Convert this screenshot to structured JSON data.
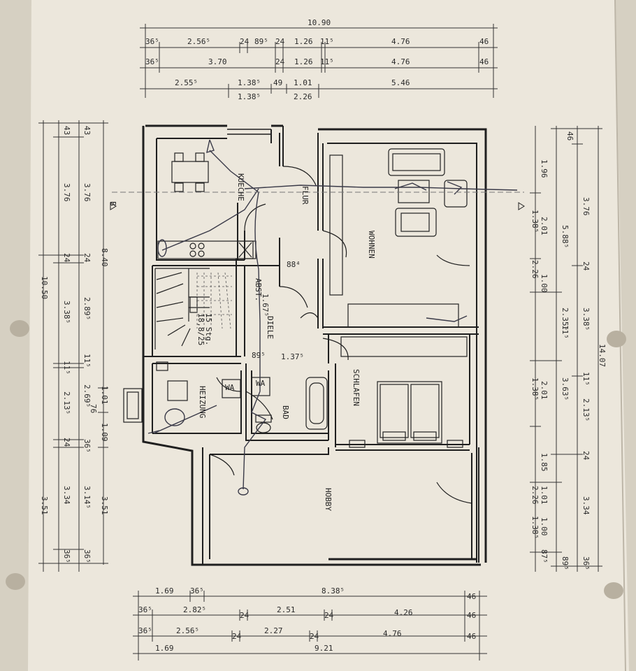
{
  "rooms": {
    "kueche": "KUECHE",
    "flur": "FLUR",
    "wohnen": "WOHNEN",
    "abst": "ABST.",
    "diele": "DIELE",
    "schlafen": "SCHLAFEN",
    "heizung": "HEIZUNG",
    "bad": "BAD",
    "hobby": "HOBBY",
    "wa1": "WA",
    "wa2": "WA"
  },
  "stairs": {
    "line1": "15 Stg.",
    "line2": "18,8/25"
  },
  "section_marker": "B",
  "top_dims": {
    "total": "10.90",
    "row1": [
      "36⁵",
      "2.56⁵",
      "24",
      "89⁵",
      "24",
      "1.26",
      "11⁵",
      "4.76",
      "46"
    ],
    "row2": [
      "36⁵",
      "3.70",
      "24",
      "1.26",
      "11⁵",
      "4.76",
      "46"
    ],
    "row3": [
      "2.55⁵",
      "1.38⁵",
      "49",
      "1.01",
      "5.46"
    ],
    "row3b": [
      "1.38⁵",
      "2.26"
    ]
  },
  "bottom_dims": {
    "row1": [
      "1.69",
      "36⁵",
      "8.38⁵",
      "46"
    ],
    "row2": [
      "36⁵",
      "2.82⁵",
      "24",
      "2.51",
      "24",
      "4.26",
      "46"
    ],
    "row3": [
      "36⁵",
      "2.56⁵",
      "24",
      "2.27",
      "24",
      "4.76",
      "46"
    ],
    "row4": [
      "1.69",
      "9.21"
    ]
  },
  "left_dims": {
    "col1": [
      "10.50",
      "3.51"
    ],
    "col2": [
      "43",
      "3.76",
      "24",
      "3.38⁵",
      "11⁵",
      "2.13⁵",
      "24",
      "3.34",
      "36⁵"
    ],
    "col3": [
      "43",
      "3.76",
      "24",
      "2.89⁵",
      "11⁵",
      "2.69⁵",
      "36⁵",
      "3.14⁵",
      "36⁵"
    ],
    "col4": [
      "8.40",
      "1.01",
      "76",
      "1.09",
      "3.51"
    ]
  },
  "right_dims": {
    "col1": [
      "1.96",
      "2.01",
      "1.38⁵",
      "1.00",
      "2.26",
      "2.01",
      "1.38⁵",
      "2.26",
      "1.38⁵"
    ],
    "col2": [
      "5.88⁵",
      "2.35⁵",
      "11⁵",
      "3.63⁵",
      "1.85",
      "1.01",
      "1.00",
      "87⁵",
      "89⁵"
    ],
    "col3": [
      "46",
      "3.76",
      "24",
      "3.38⁵",
      "11⁵",
      "2.13⁵",
      "24",
      "3.34",
      "36⁵"
    ],
    "total": "14.07"
  },
  "inner_dims": {
    "d1": "88⁴",
    "d2": "1.37⁵",
    "d3": "89⁵",
    "d4": "1.67⁵"
  }
}
